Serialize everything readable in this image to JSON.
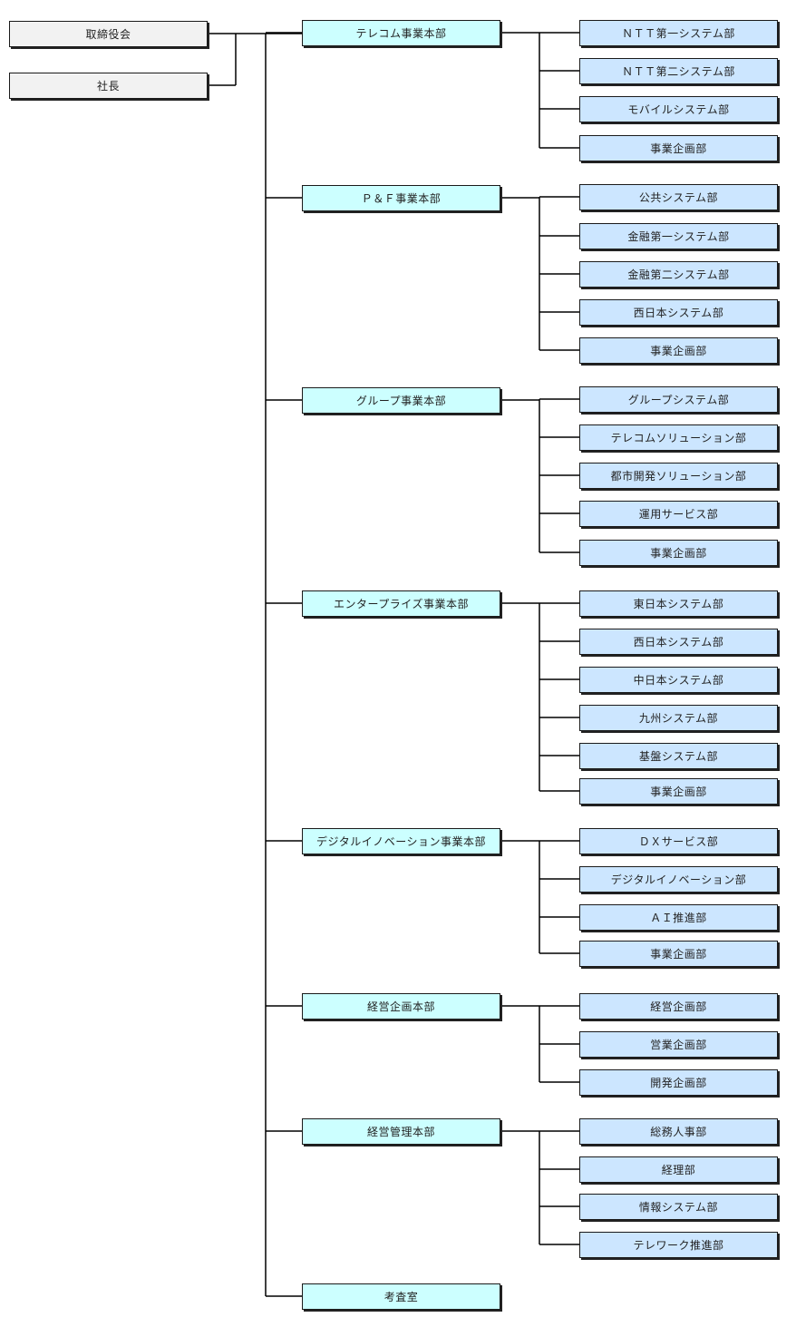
{
  "colors": {
    "top_fill": "#f2f2f2",
    "division_fill": "#ccffff",
    "department_fill": "#cce6ff",
    "line": "#000000"
  },
  "top": [
    {
      "label": "取締役会"
    },
    {
      "label": "社長"
    }
  ],
  "divisions": [
    {
      "label": "テレコム事業本部",
      "departments": [
        "ＮＴＴ第一システム部",
        "ＮＴＴ第二システム部",
        "モバイルシステム部",
        "事業企画部"
      ]
    },
    {
      "label": "Ｐ＆Ｆ事業本部",
      "departments": [
        "公共システム部",
        "金融第一システム部",
        "金融第二システム部",
        "西日本システム部",
        "事業企画部"
      ]
    },
    {
      "label": "グループ事業本部",
      "departments": [
        "グループシステム部",
        "テレコムソリューション部",
        "都市開発ソリューション部",
        "運用サービス部",
        "事業企画部"
      ]
    },
    {
      "label": "エンタープライズ事業本部",
      "departments": [
        "東日本システム部",
        "西日本システム部",
        "中日本システム部",
        "九州システム部",
        "基盤システム部",
        "事業企画部"
      ]
    },
    {
      "label": "デジタルイノベーション事業本部",
      "departments": [
        "ＤＸサービス部",
        "デジタルイノベーション部",
        "ＡＩ推進部",
        "事業企画部"
      ]
    },
    {
      "label": "経営企画本部",
      "departments": [
        "経営企画部",
        "営業企画部",
        "開発企画部"
      ]
    },
    {
      "label": "経営管理本部",
      "departments": [
        "総務人事部",
        "経理部",
        "情報システム部",
        "テレワーク推進部"
      ]
    },
    {
      "label": "考査室",
      "departments": []
    }
  ]
}
